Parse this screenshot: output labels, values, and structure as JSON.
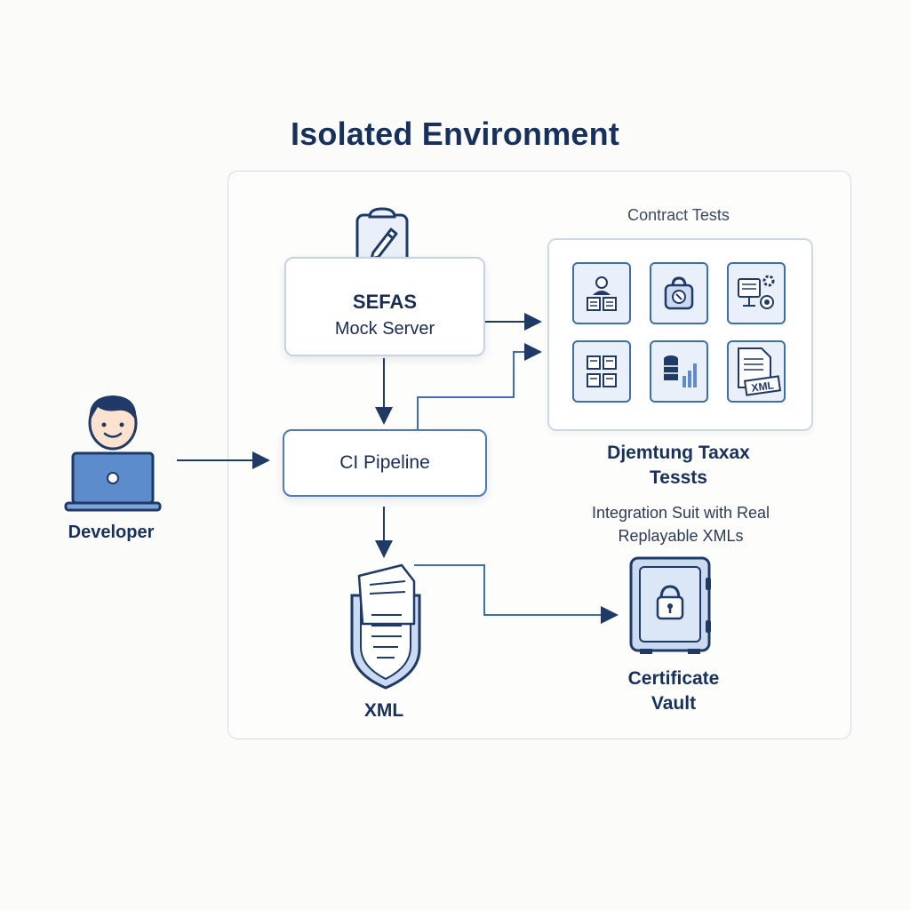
{
  "title": "Isolated Environment",
  "nodes": {
    "mock_server": {
      "line1": "SEFAS",
      "line2": "Mock Server"
    },
    "ci_pipeline": {
      "label": "CI Pipeline"
    },
    "developer": {
      "label": "Developer"
    },
    "contract_tests": {
      "label": "Contract Tests"
    },
    "djemtung": {
      "line1": "Djemtung Taxax",
      "line2": "Tessts"
    },
    "integration": {
      "line1": "Integration Suit with Real",
      "line2": "Replayable XMLs"
    },
    "xml": {
      "label": "XML",
      "badge": "XML"
    },
    "vault": {
      "line1": "Certificate",
      "line2": "Vault"
    }
  },
  "icons": {
    "mock_server": "clipboard-pencil-icon",
    "developer": "person-laptop-icon",
    "xml": "xml-document-shield-icon",
    "vault": "safe-lock-icon",
    "contract_tiles": [
      "user-documents-icon",
      "lock-badge-icon",
      "monitor-gear-icon",
      "document-grid-icon",
      "database-chart-icon",
      "xml-file-icon"
    ]
  },
  "colors": {
    "accent": "#3f6fab",
    "dark": "#17305c",
    "tile_fill": "#e9f0fa",
    "border_light": "#d4dce8"
  }
}
